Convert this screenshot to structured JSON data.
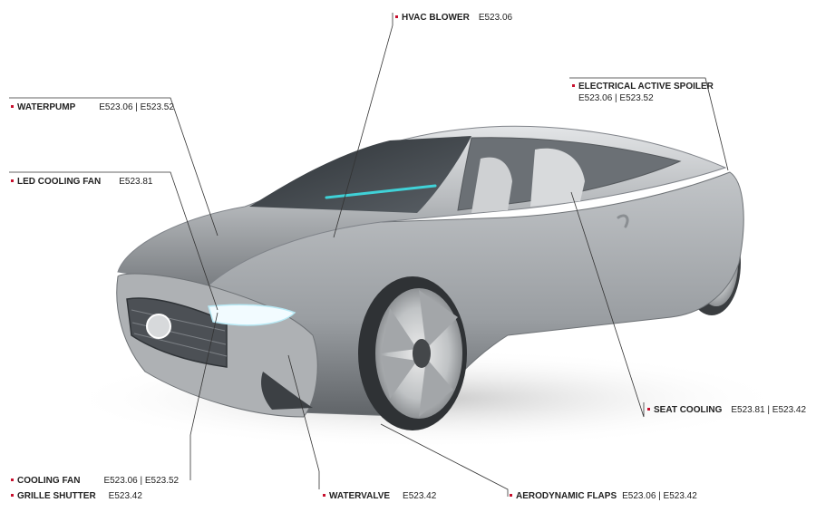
{
  "callouts": [
    {
      "id": "hvac-blower",
      "name": "HVAC BLOWER",
      "code": "E523.06"
    },
    {
      "id": "electrical-active-spoiler",
      "name": "ELECTRICAL ACTIVE SPOILER",
      "code": "E523.06 | E523.52"
    },
    {
      "id": "waterpump",
      "name": "WATERPUMP",
      "code": "E523.06 | E523.52"
    },
    {
      "id": "led-cooling-fan",
      "name": "LED COOLING FAN",
      "code": "E523.81"
    },
    {
      "id": "seat-cooling",
      "name": "SEAT COOLING",
      "code": "E523.81 | E523.42"
    },
    {
      "id": "cooling-fan",
      "name": "COOLING FAN",
      "code": "E523.06 | E523.52"
    },
    {
      "id": "grille-shutter",
      "name": "GRILLE SHUTTER",
      "code": "E523.42"
    },
    {
      "id": "watervalve",
      "name": "WATERVALVE",
      "code": "E523.42"
    },
    {
      "id": "aerodynamic-flaps",
      "name": "AERODYNAMIC FLAPS",
      "code": "E523.06 | E523.42"
    }
  ],
  "colors": {
    "bullet": "#c8102e",
    "leader_line": "#333333",
    "text": "#222222",
    "body_light": "#c9cbcd",
    "body_dark": "#6e7276",
    "glass": "#3a3f44",
    "accent_glow": "#3fe0e6"
  }
}
